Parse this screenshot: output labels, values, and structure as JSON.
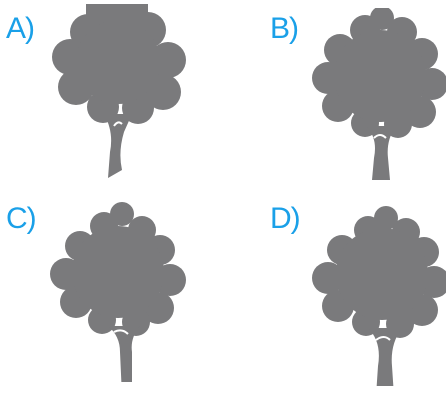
{
  "options": [
    {
      "id": "a",
      "label": "A)"
    },
    {
      "id": "b",
      "label": "B)"
    },
    {
      "id": "c",
      "label": "C)"
    },
    {
      "id": "d",
      "label": "D)"
    }
  ],
  "colors": {
    "label": "#1aa0e8",
    "tree": "#7a7a7c",
    "background": "#ffffff"
  },
  "icons": {
    "tree": "tree-silhouette-icon"
  }
}
